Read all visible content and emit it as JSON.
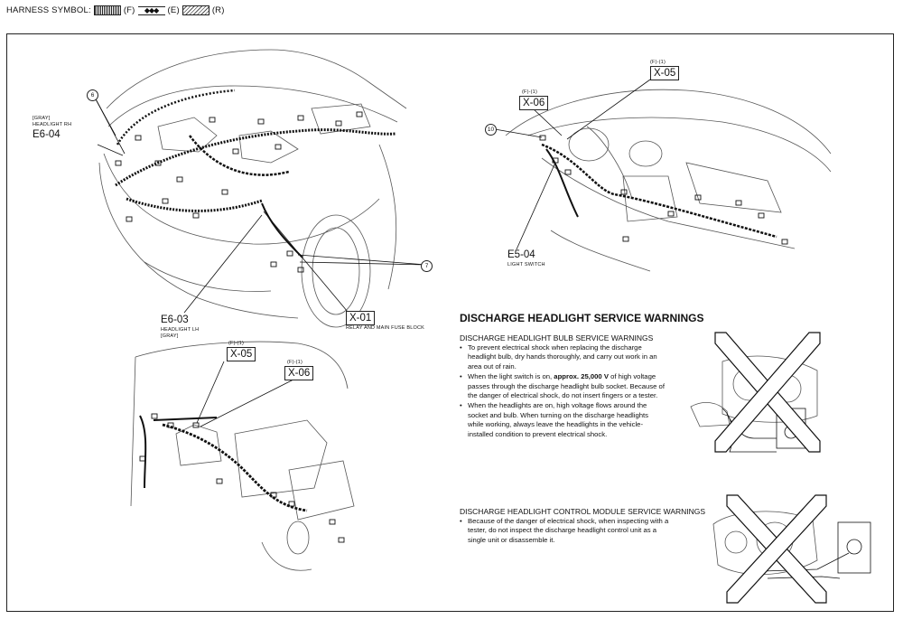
{
  "header": {
    "prefix": "HARNESS SYMBOL:",
    "f": "(F)",
    "e": "(E)",
    "r": "(R)"
  },
  "engine_view": {
    "callout_6": "6",
    "callout_7": "7",
    "e6_04": {
      "color": "[GRAY]",
      "desc": "HEADLIGHT RH",
      "code": "E6-04"
    },
    "e6_03": {
      "code": "E6-03",
      "desc": "HEADLIGHT LH",
      "color": "[GRAY]"
    },
    "x01": {
      "code": "X-01",
      "desc": "RELAY AND MAIN FUSE BLOCK"
    }
  },
  "dash_view": {
    "callout_10": "10",
    "x05": {
      "ref": "(F)-(1)",
      "code": "X-05"
    },
    "x06": {
      "ref": "(F)-(1)",
      "code": "X-06"
    },
    "e5_04": {
      "code": "E5-04",
      "desc": "LIGHT SWITCH"
    }
  },
  "bay_view": {
    "x05": {
      "ref": "(F)-(1)",
      "code": "X-05"
    },
    "x06": {
      "ref": "(F)-(1)",
      "code": "X-06"
    }
  },
  "warnings": {
    "title": "DISCHARGE HEADLIGHT SERVICE WARNINGS",
    "bulb": {
      "title": "DISCHARGE HEADLIGHT BULB SERVICE WARNINGS",
      "items": [
        "To prevent electrical shock when replacing the discharge headlight bulb, dry hands thoroughly, and carry out work in an area out of rain.",
        "When the light switch is on, approx. 25,000 V of high voltage passes through the discharge headlight bulb socket. Because of the danger of electrical shock, do not insert fingers or a tester.",
        "When the headlights are on, high voltage flows around the socket and bulb. When turning on the discharge headlights while working, always leave the headlights in the vehicle-installed condition to prevent electrical shock."
      ]
    },
    "module": {
      "title": "DISCHARGE HEADLIGHT CONTROL MODULE SERVICE WARNINGS",
      "items": [
        "Because of the danger of electrical shock, when inspecting with a tester, do not inspect the discharge headlight control unit as a single unit or disassemble it."
      ]
    }
  }
}
